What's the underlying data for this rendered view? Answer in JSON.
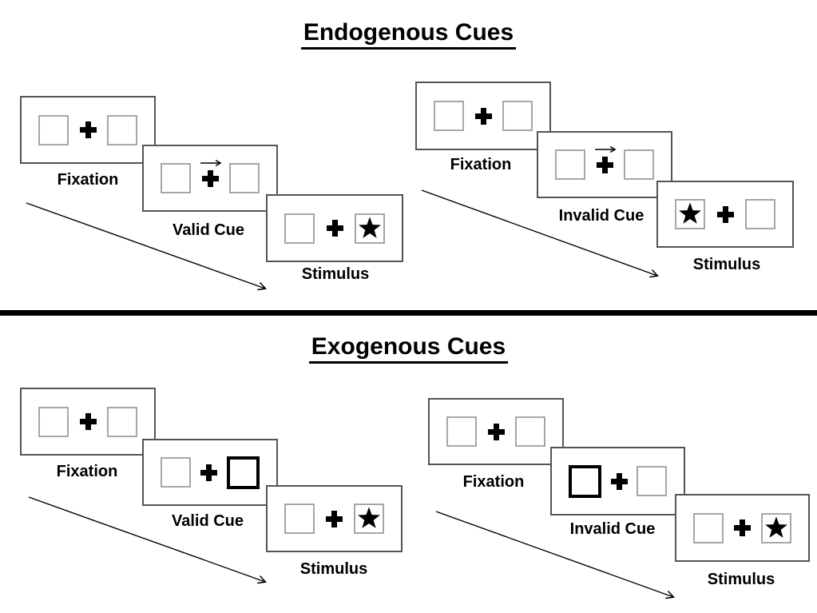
{
  "diagram": {
    "sections": [
      {
        "title": "Endogenous Cues",
        "panels": [
          {
            "name": "endogenous-valid",
            "steps": [
              {
                "label": "Fixation",
                "cue": "none",
                "star": null,
                "bold": null
              },
              {
                "label": "Valid Cue",
                "cue": "arrow-right",
                "star": null,
                "bold": null
              },
              {
                "label": "Stimulus",
                "cue": "none",
                "star": "right",
                "bold": null
              }
            ]
          },
          {
            "name": "endogenous-invalid",
            "steps": [
              {
                "label": "Fixation",
                "cue": "none",
                "star": null,
                "bold": null
              },
              {
                "label": "Invalid Cue",
                "cue": "arrow-right",
                "star": null,
                "bold": null
              },
              {
                "label": "Stimulus",
                "cue": "none",
                "star": "left",
                "bold": null
              }
            ]
          }
        ]
      },
      {
        "title": "Exogenous Cues",
        "panels": [
          {
            "name": "exogenous-valid",
            "steps": [
              {
                "label": "Fixation",
                "cue": "none",
                "star": null,
                "bold": null
              },
              {
                "label": "Valid Cue",
                "cue": "none",
                "star": null,
                "bold": "right"
              },
              {
                "label": "Stimulus",
                "cue": "none",
                "star": "right",
                "bold": null
              }
            ]
          },
          {
            "name": "exogenous-invalid",
            "steps": [
              {
                "label": "Fixation",
                "cue": "none",
                "star": null,
                "bold": null
              },
              {
                "label": "Invalid Cue",
                "cue": "none",
                "star": null,
                "bold": "left"
              },
              {
                "label": "Stimulus",
                "cue": "none",
                "star": "right",
                "bold": null
              }
            ]
          }
        ]
      }
    ],
    "icons": {
      "star": "star",
      "plus": "heavy-plus-fixation-cross",
      "cue_arrow": "right-arrow",
      "timeline_arrow": "diagonal-arrow"
    },
    "colors": {
      "background": "#ffffff",
      "card_border": "#545454",
      "square_border": "#a6a6a6",
      "bold_square_border": "#000000",
      "text": "#000000",
      "divider": "#000000",
      "arrow": "#000000"
    }
  }
}
